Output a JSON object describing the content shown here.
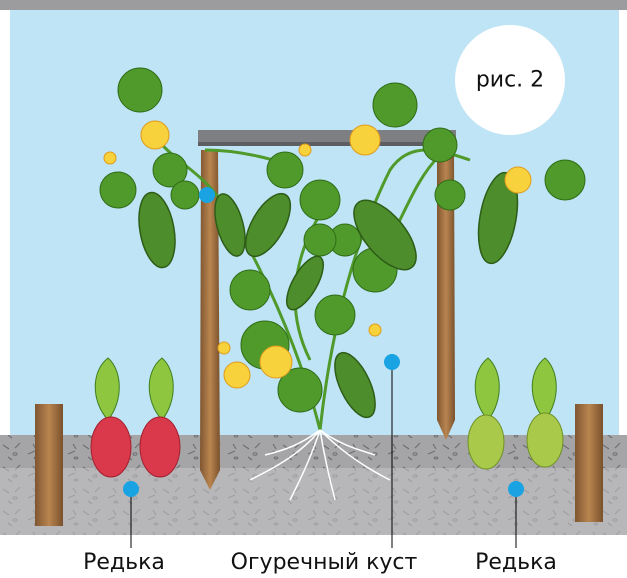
{
  "figure_label": "рис. 2",
  "labels": {
    "left_radish": "Редька",
    "cucumber_bush": "Огуречный куст",
    "right_radish": "Редька"
  },
  "colors": {
    "sky": "#bfe4f5",
    "soil": "#a5a5a7",
    "marker": "#1aa3e3",
    "leaf": "#4f9a2a",
    "cucumber": "#4e8d2b",
    "flower": "#f7d23c",
    "radish_red": "#d9394a",
    "radish_green": "#a8c94a",
    "wood": "#a07242"
  },
  "icons": [
    "cucumber-bush-icon",
    "trellis-icon",
    "radish-icon",
    "root-icon",
    "stake-icon"
  ]
}
